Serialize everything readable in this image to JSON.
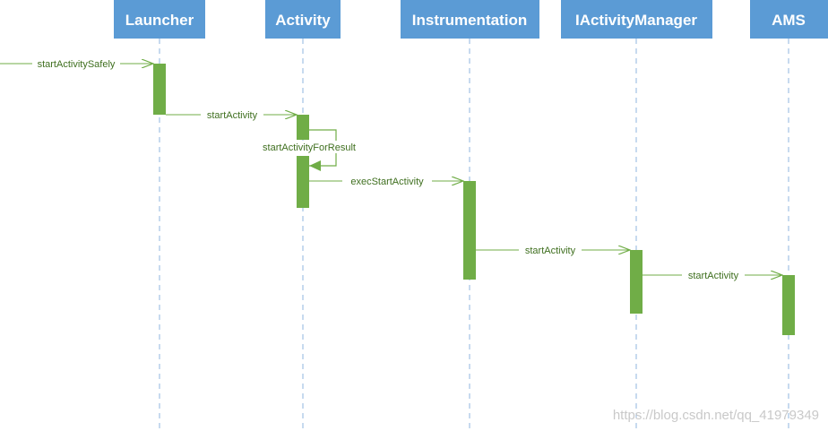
{
  "participants": {
    "launcher": "Launcher",
    "activity": "Activity",
    "instrumentation": "Instrumentation",
    "iactivitymanager": "IActivityManager",
    "ams": "AMS"
  },
  "messages": {
    "start_activity_safely": "startActivitySafely",
    "start_activity_1": "startActivity",
    "start_activity_for_result": "startActivityForResult",
    "exec_start_activity": "execStartActivity",
    "start_activity_2": "startActivity",
    "start_activity_3": "startActivity"
  },
  "watermark": "https://blog.csdn.net/qq_41979349",
  "colors": {
    "participant_fill": "#5b9bd5",
    "activation_fill": "#70ad47",
    "message_line": "#70ad47",
    "lifeline": "#8fb4df"
  }
}
